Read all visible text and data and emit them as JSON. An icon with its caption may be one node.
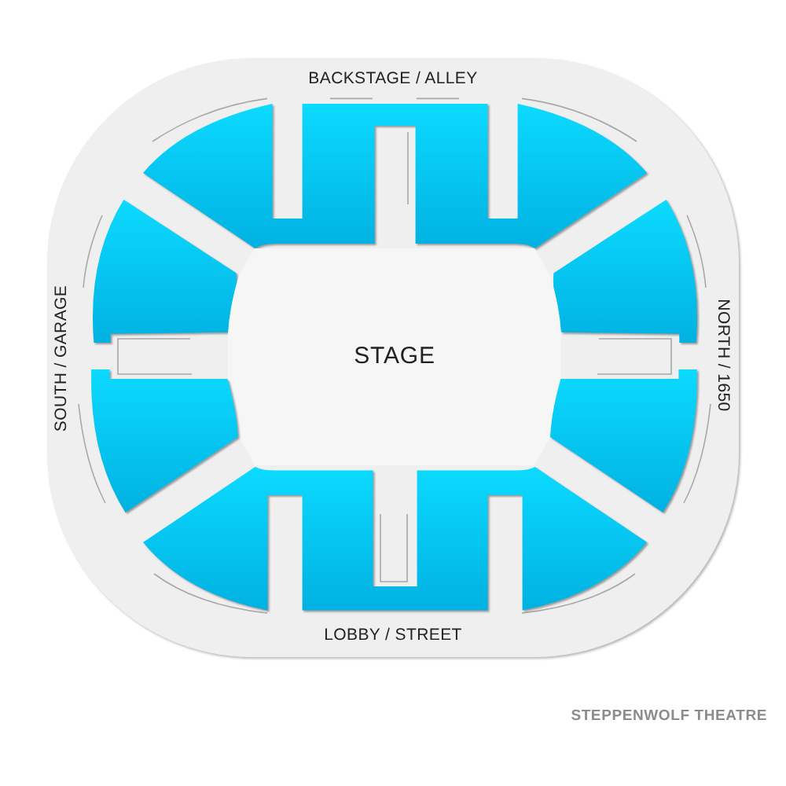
{
  "diagram": {
    "caption": "STEPPENWOLF THEATRE",
    "nodes": [
      {
        "text": [],
        "shape": "block"
      },
      {
        "text": [],
        "shape": "block"
      },
      {
        "text": [],
        "shape": "block"
      },
      {
        "text": [
          "STAGE"
        ]
      },
      {
        "text": [],
        "shape": "block"
      },
      {
        "text": [],
        "shape": "block"
      },
      {
        "text": [],
        "shape": "block"
      }
    ],
    "labels": [
      "BACKSTAGE / ALLEY",
      "SOUTH / GARAGE",
      "NORTH / 1650",
      "LOBBY / STREET"
    ]
  }
}
